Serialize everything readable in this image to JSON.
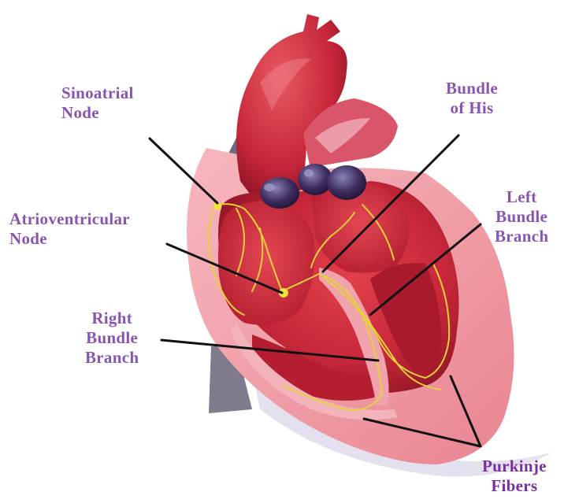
{
  "diagram": {
    "labels": {
      "sinoatrial": [
        "Sinoatrial",
        "Node"
      ],
      "bundle_his": [
        "Bundle",
        "of His"
      ],
      "av_node": [
        "Atrioventricular",
        "Node"
      ],
      "left_bundle": [
        "Left",
        "Bundle",
        "Branch"
      ],
      "right_bundle": [
        "Right",
        "Bundle",
        "Branch"
      ],
      "purkinje": [
        "Purkinje",
        "Fibers"
      ]
    },
    "colors": {
      "label": "#8a55b0",
      "heart_red": "#c8283a",
      "conduction": "#e8d23a",
      "leader": "#111111"
    }
  }
}
